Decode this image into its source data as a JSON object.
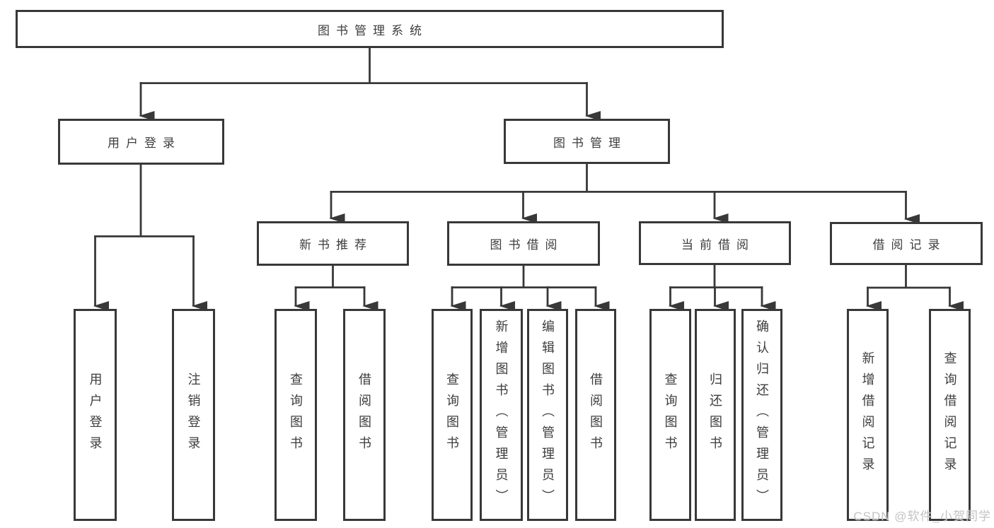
{
  "diagram": {
    "root": {
      "label": "图书管理系统"
    },
    "level2": {
      "user_login": {
        "label": "用户登录"
      },
      "book_management": {
        "label": "图书管理"
      }
    },
    "level3": {
      "new_book_recommendation": {
        "label": "新书推荐"
      },
      "book_borrowing": {
        "label": "图书借阅"
      },
      "current_borrowing": {
        "label": "当前借阅"
      },
      "borrowing_records": {
        "label": "借阅记录"
      }
    },
    "leaves": {
      "user_login": {
        "label": "用户登录"
      },
      "logout_login": {
        "label": "注销登录"
      },
      "nb_query_books": {
        "label": "查询图书"
      },
      "nb_borrow_books": {
        "label": "借阅图书"
      },
      "bb_query_books": {
        "label": "查询图书"
      },
      "bb_add_books_admin": {
        "label": "新增图书（管理员）"
      },
      "bb_edit_books_admin": {
        "label": "编辑图书（管理员）"
      },
      "bb_borrow_books": {
        "label": "借阅图书"
      },
      "cb_query_books": {
        "label": "查询图书"
      },
      "cb_return_books": {
        "label": "归还图书"
      },
      "cb_confirm_return_admin": {
        "label": "确认归还（管理员）"
      },
      "br_add_record": {
        "label": "新增借阅记录"
      },
      "br_query_record": {
        "label": "查询借阅记录"
      }
    }
  },
  "watermark": {
    "text": "CSDN @软件_小贺同学"
  },
  "colors": {
    "line": "#383838",
    "text": "#3d3d3d",
    "background": "#ffffff",
    "watermark": "#c3c3c3"
  }
}
